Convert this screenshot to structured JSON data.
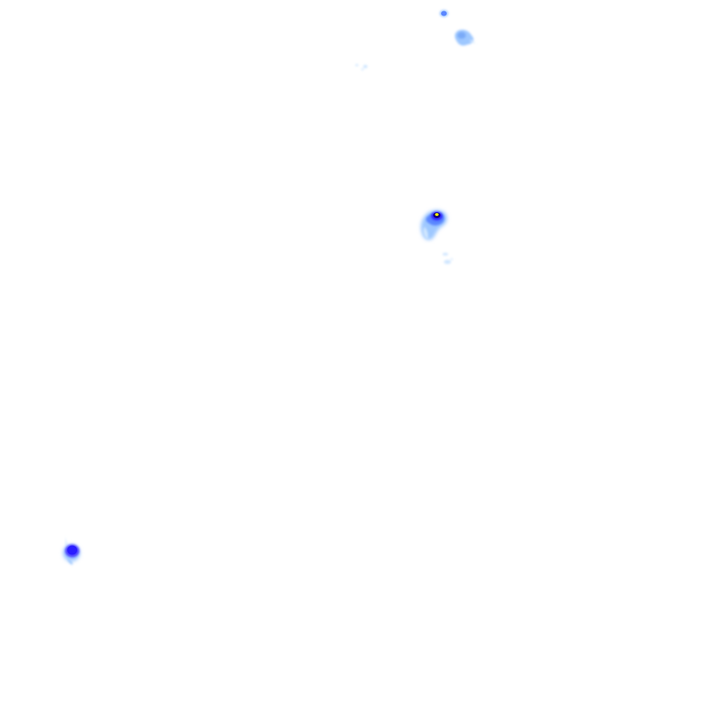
{
  "layer": {
    "type": "radar-reflectivity-overlay",
    "background": "#ffffff",
    "colors": {
      "very_light": "#cfe6ff",
      "light": "#9ec8ff",
      "medium": "#5a86ff",
      "strong": "#2a1cff",
      "core_dark": "#12007a",
      "peak": "#ffff00"
    }
  },
  "echoes": [
    {
      "id": "echo-1",
      "intensity": "medium"
    },
    {
      "id": "echo-2",
      "intensity": "light"
    },
    {
      "id": "echo-3",
      "intensity": "very_light"
    },
    {
      "id": "echo-4",
      "intensity": "peak"
    },
    {
      "id": "echo-5",
      "intensity": "very_light"
    },
    {
      "id": "echo-6",
      "intensity": "strong"
    }
  ]
}
